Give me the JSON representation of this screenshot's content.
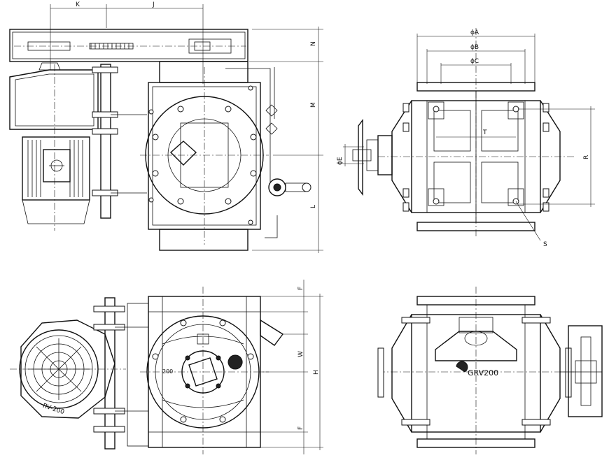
{
  "dimensions": {
    "k": "K",
    "j": "J",
    "n": "N",
    "m": "M",
    "l": "L",
    "phi_a": "ϕA",
    "phi_b": "ϕB",
    "phi_c": "ϕC",
    "t": "T",
    "r": "R",
    "s": "S",
    "phi_e": "ϕE",
    "f": "F",
    "w": "W",
    "h": "H"
  },
  "labels": {
    "size_mark": "200",
    "casting_text": "RV-200",
    "brand_model": "GRV200"
  }
}
